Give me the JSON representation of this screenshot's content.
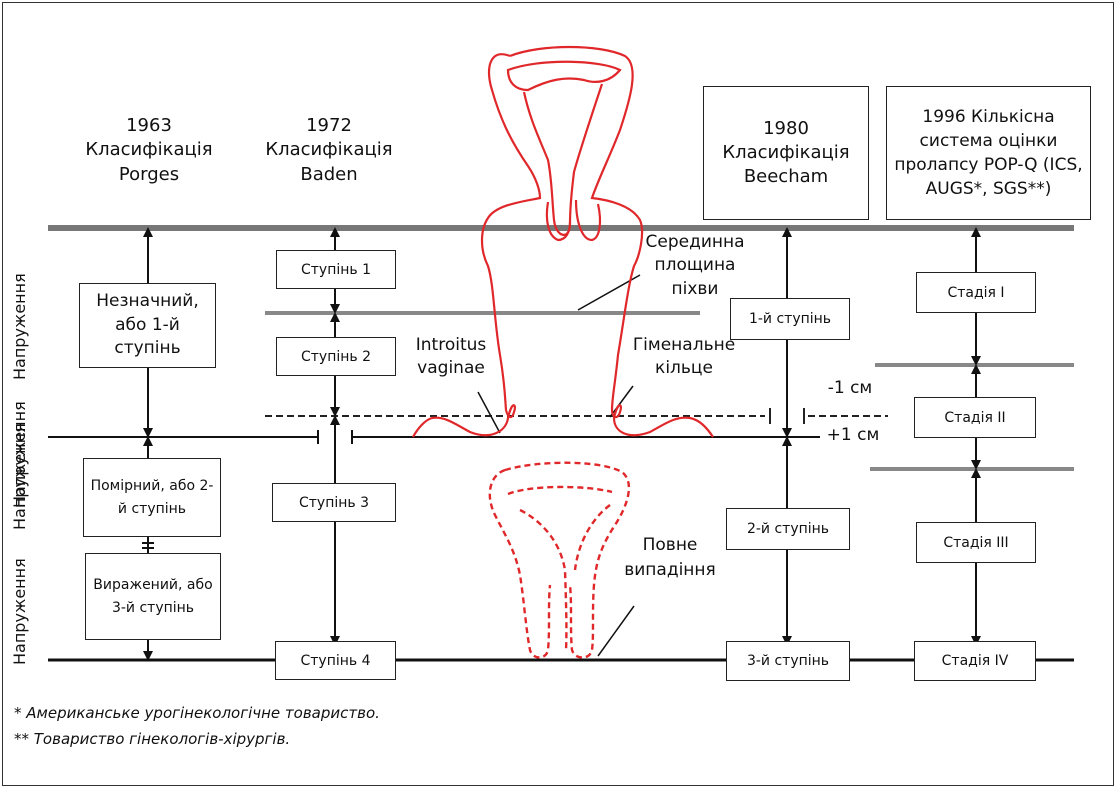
{
  "headers": {
    "porges": "1963 Класифікація Porges",
    "baden": "1972 Класифікація Baden",
    "beecham": "1980 Класифікація Beecham",
    "popq": "1996 Кількісна система оцінки пролапсу POP-Q (ICS, AUGS*, SGS**)"
  },
  "porges": {
    "grade1": "Незначний, або 1-й ступінь",
    "grade2": "Помірний, або 2-й ступінь",
    "grade3": "Виражений, або 3-й ступінь"
  },
  "baden": {
    "grade1": "Ступінь 1",
    "grade2": "Ступінь 2",
    "grade3": "Ступінь 3",
    "grade4": "Ступінь 4"
  },
  "beecham": {
    "grade1": "1-й ступінь",
    "grade2": "2-й ступінь",
    "grade3": "3-й ступінь"
  },
  "popq": {
    "stage1": "Стадія I",
    "stage2": "Стадія II",
    "stage3": "Стадія III",
    "stage4": "Стадія IV"
  },
  "labels": {
    "midplane": "Серединна площина піхви",
    "introitus": "Introitus vaginae",
    "hymenal": "Гіменальне кільце",
    "minus1": "-1 см",
    "plus1": "+1 см",
    "total": "Повне випадіння"
  },
  "side_labels": [
    "Напруження",
    "Напруження",
    "Напруження",
    "Напруження"
  ],
  "footnotes": {
    "f1": "* Американське урогінекологічне товариство.",
    "f2": "** Товариство гінекологів-хірургів."
  },
  "colors": {
    "organ": "#e0282b",
    "line": "#111111",
    "grey_band": "#7a7a7a"
  }
}
